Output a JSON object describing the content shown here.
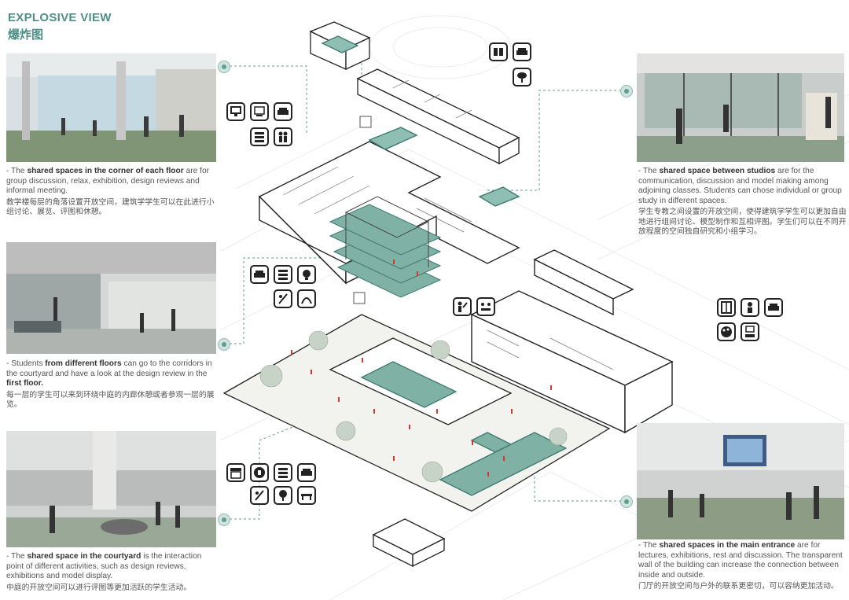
{
  "header": {
    "title": "EXPLOSIVE VIEW",
    "subtitle": "爆炸图"
  },
  "panels": [
    {
      "id": "corner",
      "pre": "- The ",
      "bold": "shared spaces in the corner of each floor",
      "post": " are for group discussion, relax, exhibition, design reviews and informal meeting.",
      "zh": "教学楼每层的角落设置开放空间，建筑学学生可以在此进行小组讨论、展览、评图和休憩。"
    },
    {
      "id": "floors",
      "pre": "- Students ",
      "bold": "from different floors",
      "post": " can go to the corridors in the courtyard and have a look at the design review in the ",
      "bold2": "first floor.",
      "zh": "每一层的学生可以来到环绕中庭的内廊休憩或者参观一层的展览。"
    },
    {
      "id": "courtyard",
      "pre": "- The ",
      "bold": "shared space in the courtyard",
      "post": " is the interaction point of different activities, such  as design reviews, exhibitions and model display.",
      "zh": "中庭的开放空间可以进行评图等更加活跃的学生活动。"
    },
    {
      "id": "studios",
      "pre": "- The ",
      "bold": "shared space between studios",
      "post": " are for the communication, discussion and model making among adjoining classes. Students can chose individual or group study in different spaces.",
      "zh": "学生专教之间设置的开放空间，使得建筑学学生可以更加自由地进行组间讨论、模型制作和互相评图。学生们可以在不同开放程度的空间独自研究和小组学习。"
    },
    {
      "id": "entrance",
      "pre": "- The ",
      "bold": "shared spaces in the main entrance",
      "post": " are for lectures, exhibitions, rest and discussion. The transparent wall of the building can increase the connection between inside and outside.",
      "zh": "门厅的开放空间与户外的联系更密切，可以容纳更加活动。"
    }
  ],
  "icons": {
    "group_top": [
      "book-icon",
      "sofa-icon",
      "chair-icon"
    ],
    "group_left1": [
      "computer-icon",
      "board-icon",
      "sofa-icon",
      "shelf-icon",
      "people-icon"
    ],
    "group_left2": [
      "sofa-icon",
      "shelf-icon",
      "idea-icon",
      "draw-icon",
      "meeting-icon"
    ],
    "group_mid": [
      "present-icon",
      "discussion-icon"
    ],
    "group_right": [
      "locker-icon",
      "person-icon",
      "sofa-icon",
      "palette-icon",
      "lecture-icon"
    ],
    "group_bottom": [
      "shop-icon",
      "coffee-icon",
      "shelf-icon",
      "sofa-icon",
      "draw-icon",
      "tree-icon",
      "bench-icon",
      "desk-icon"
    ]
  },
  "colors": {
    "accent": "#4f8f86",
    "floor_green": "#7fb1a5",
    "marker": "#5f9d93"
  }
}
